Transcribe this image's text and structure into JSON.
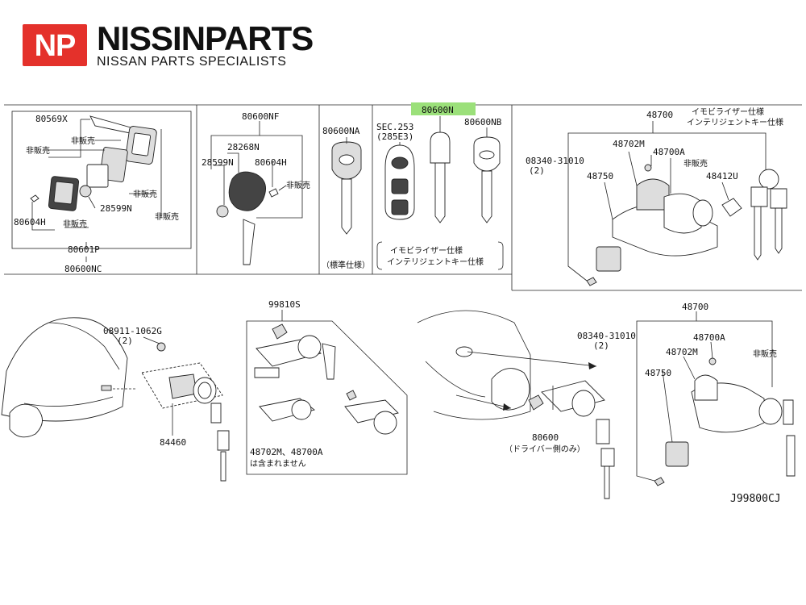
{
  "logo": {
    "initials": "NP",
    "brand": "NISSINPARTS",
    "tagline": "NISSAN PARTS SPECIALISTS"
  },
  "panel1": {
    "p1": "80569X",
    "p2": "非販売",
    "p3": "非販売",
    "p4": "非販売",
    "p5": "28599N",
    "p6": "非販売",
    "p7": "80604H",
    "p8": "非販売",
    "p9": "80601P",
    "p10": "80600NC"
  },
  "panel2": {
    "p1": "80600NF",
    "p2": "28268N",
    "p3": "28599N",
    "p4": "80604H",
    "p5": "非販売"
  },
  "panel3": {
    "p1": "80600NA",
    "note": "（標準仕様）"
  },
  "panel4": {
    "p1": "SEC.253",
    "p2": "(285E3)",
    "p3": "80600N",
    "p4": "80600NB",
    "note1": "イモビライザー仕様",
    "note2": "インテリジェントキー仕様"
  },
  "panel5": {
    "p1": "48700",
    "n1": "イモビライザー仕様",
    "n2": "インテリジェントキー仕様",
    "p2": "48702M",
    "p3": "48700A",
    "p4": "非販売",
    "p5": "08340-31010",
    "p6": "(2)",
    "p7": "48750",
    "p8": "48412U"
  },
  "bottom_left": {
    "p1": "08911-1062G",
    "p2": "(2)",
    "p3": "84460"
  },
  "bottom_center": {
    "p1": "99810S",
    "p2": "48702M、48700A",
    "p3": "は含まれません"
  },
  "bottom_right": {
    "p1": "48700",
    "p2": "08340-31010",
    "p3": "(2)",
    "p4": "48700A",
    "p5": "48702M",
    "p6": "非販売",
    "p7": "48750",
    "p8": "80600",
    "p9": "（ドライバー側のみ）",
    "code": "J99800CJ"
  }
}
